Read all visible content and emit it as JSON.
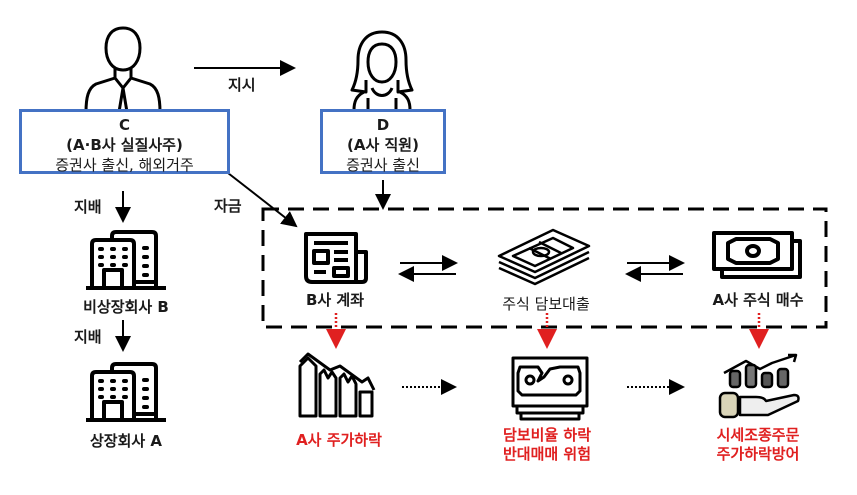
{
  "persons": {
    "c": {
      "id": "C",
      "role": "(A·B사 실질사주)",
      "desc": "증권사 출신, 해외거주"
    },
    "d": {
      "id": "D",
      "role": "(A사 직원)",
      "desc": "증권사 출신"
    }
  },
  "edges": {
    "instruct": "지시",
    "funds": "자금",
    "control_1": "지배",
    "control_2": "지배"
  },
  "companies": {
    "b": "비상장회사 B",
    "a": "상장회사 A"
  },
  "flow": {
    "account": "B사 계좌",
    "loan": "주식 담보대출",
    "buy": "A사 주식 매수"
  },
  "consequences": {
    "price_drop": "A사 주가하락",
    "margin_line1": "담보비율 하락",
    "margin_line2": "반대매매 위험",
    "manip_line1": "시세조종주문",
    "manip_line2": "주가하락방어"
  },
  "colors": {
    "box_border": "#4472c4",
    "warning_red": "#e02020",
    "line": "#000000"
  }
}
